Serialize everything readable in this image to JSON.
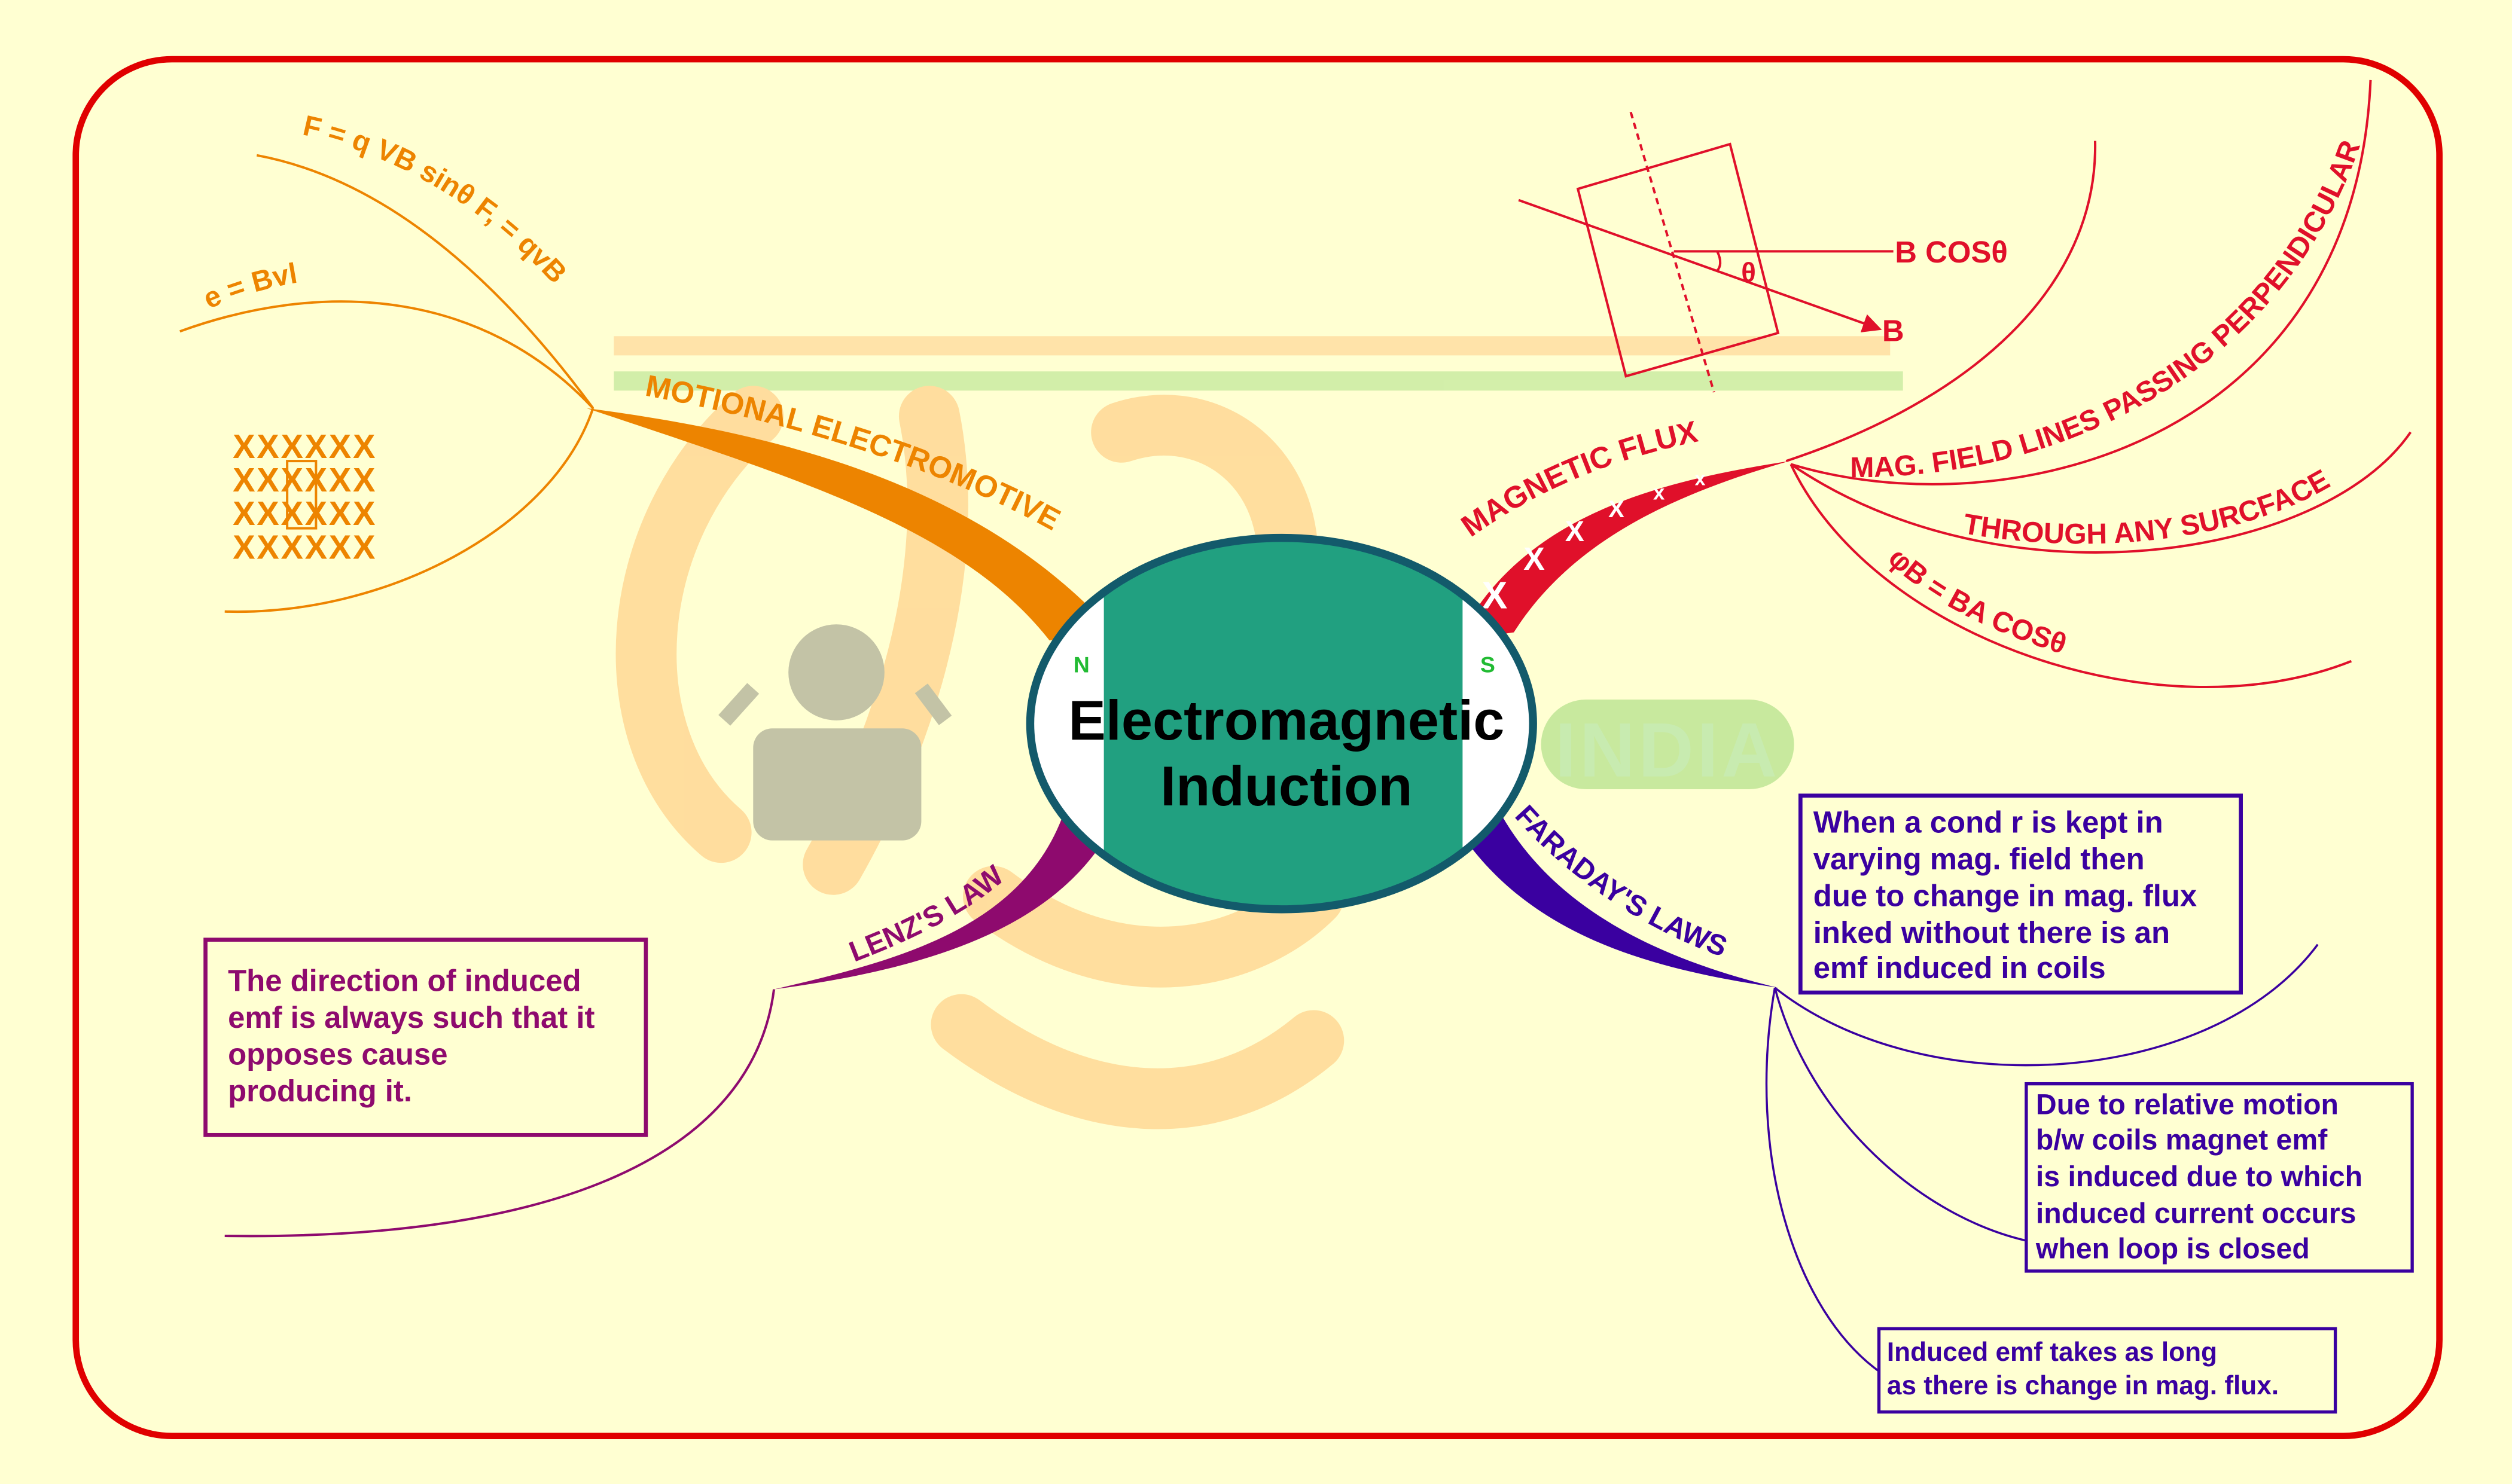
{
  "colors": {
    "background": "#FFFFD2",
    "border": "#E00000",
    "motional": "#ED8400",
    "flux": "#E0102A",
    "lenz": "#8E0A6E",
    "faraday": "#3A00A0",
    "center_fill": "#21A080",
    "center_stroke": "#135A6B",
    "pole": "#22BB33"
  },
  "center": {
    "line1": "Electromagnetic",
    "line2": "Induction",
    "north": "N",
    "south": "S"
  },
  "watermark": {
    "text": "INDIA"
  },
  "motional": {
    "label": "MOTIONAL ELECTROMOTIVE",
    "force_formula": "F = q VB sinθ F, = qvB",
    "emf_formula": "e = Bvl",
    "field_grid": [
      "XXXXXX",
      "XXXXXX",
      "XXXXXX",
      "XXXXXX"
    ]
  },
  "flux": {
    "label": "MAGNETIC FLUX",
    "branch_marks": [
      "X",
      "X",
      "X",
      "X",
      "x",
      "x"
    ],
    "diagram": {
      "component_label": "B COSθ",
      "angle_label": "θ",
      "field_label": "B"
    },
    "definition_line1": "MAG. FIELD LINES PASSING PERPENDICULAR",
    "definition_line2": "THROUGH ANY SURCFACE",
    "formula": "φB = BA COSθ"
  },
  "lenz": {
    "label": "LENZ'S LAW",
    "box_lines": [
      "The direction of induced",
      "emf is always such that it",
      "opposes cause",
      "producing it."
    ]
  },
  "faraday": {
    "label": "FARADAY'S LAWS",
    "box1_lines": [
      "When a cond r is kept in",
      "varying mag. field then",
      "due to change in mag. flux",
      "inked without there is an",
      "emf induced in coils"
    ],
    "box2_lines": [
      "Due to relative motion",
      "b/w coils magnet emf",
      "is induced due to which",
      "induced current occurs",
      "when loop is closed"
    ],
    "box3_lines": [
      "Induced emf takes as long",
      "as there is change in mag. flux."
    ]
  }
}
